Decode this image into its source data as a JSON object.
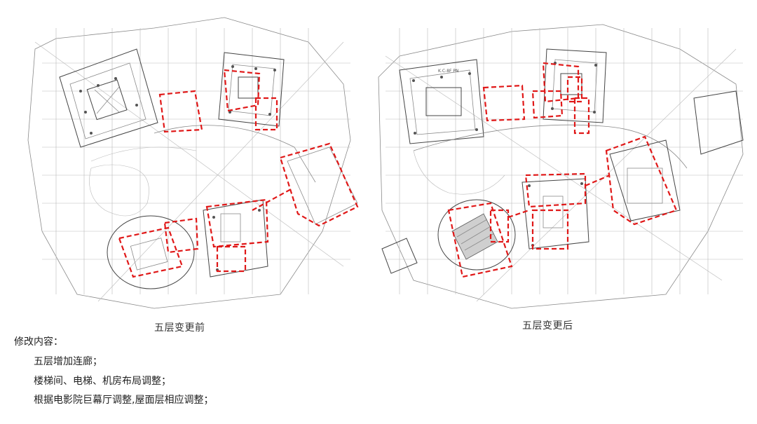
{
  "plans": [
    {
      "id": "before",
      "caption": "五层变更前"
    },
    {
      "id": "after",
      "caption": "五层变更后",
      "plan_label": "K.C-8F PN"
    }
  ],
  "notes": {
    "heading": "修改内容：",
    "items": [
      "五层增加连廊；",
      "楼梯间、电梯、机房布局调整；",
      "根据电影院巨幕厅调整,屋面层相应调整；"
    ]
  },
  "colors": {
    "change_markup": "#e01818",
    "drawing_lines": "#8a8a8a",
    "background": "#ffffff"
  }
}
